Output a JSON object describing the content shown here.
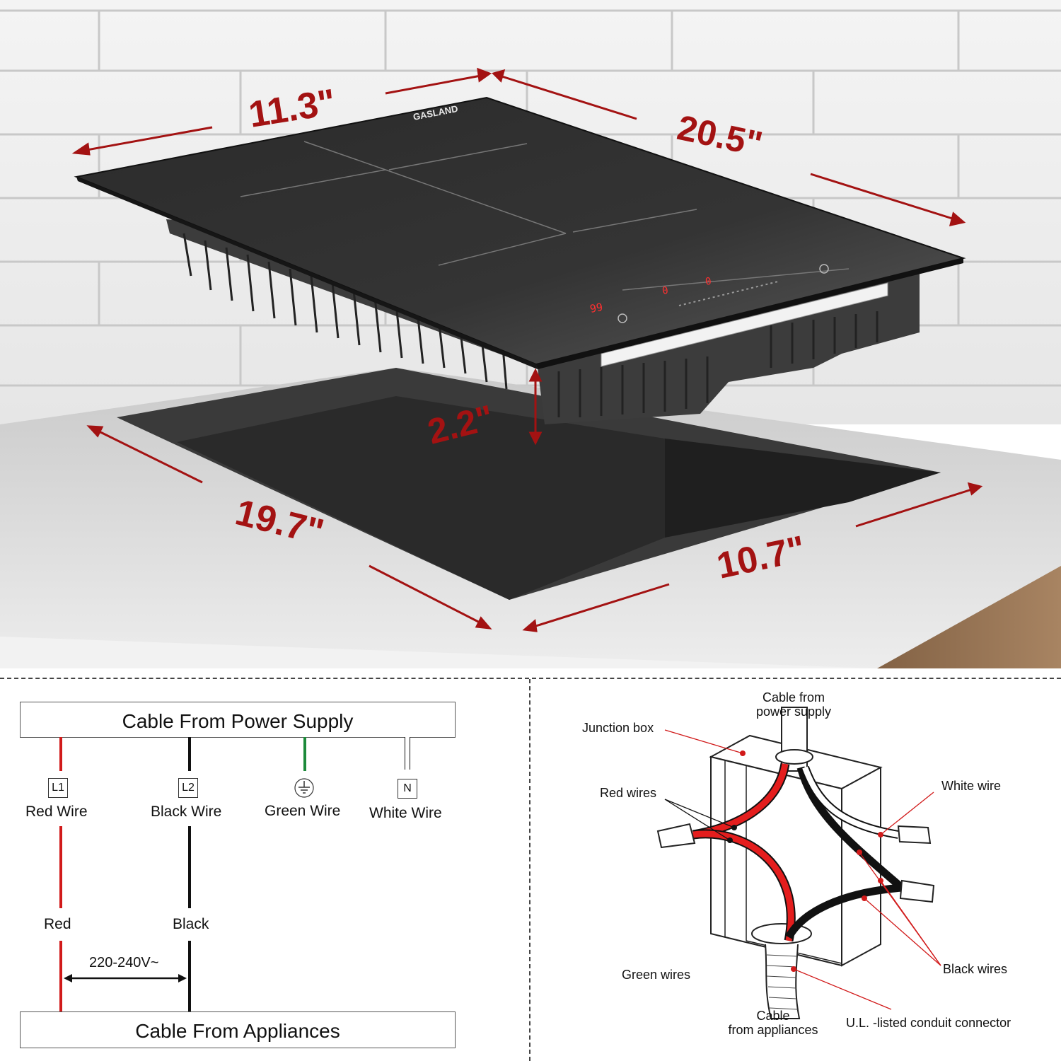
{
  "dimensions": {
    "cooktop_width": "11.3\"",
    "cooktop_depth": "20.5\"",
    "cooktop_height": "2.2\"",
    "cutout_depth": "19.7\"",
    "cutout_width": "10.7\""
  },
  "brand": "GASLAND",
  "display": {
    "timer": "99",
    "zone1": "0",
    "zone2": "0"
  },
  "wiring": {
    "top_box": "Cable From Power Supply",
    "bottom_box": "Cable From Appliances",
    "terminals": [
      {
        "symbol": "L1",
        "label": "Red Wire",
        "lower": "Red",
        "color": "#d11a1a"
      },
      {
        "symbol": "L2",
        "label": "Black Wire",
        "lower": "Black",
        "color": "#111111"
      },
      {
        "symbol": "ground",
        "label": "Green Wire",
        "color": "#1c8a3a"
      },
      {
        "symbol": "N",
        "label": "White Wire",
        "color": "#ffffff"
      }
    ],
    "voltage": "220-240V~"
  },
  "junction": {
    "cable_from_power_supply": "Cable from\npower supply",
    "junction_box": "Junction box",
    "red_wires": "Red wires",
    "white_wire": "White wire",
    "black_wires": "Black wires",
    "green_wires": "Green wires",
    "cable_from_appliances": "Cable\nfrom appliances",
    "conduit_connector": "U.L. -listed conduit connector"
  }
}
